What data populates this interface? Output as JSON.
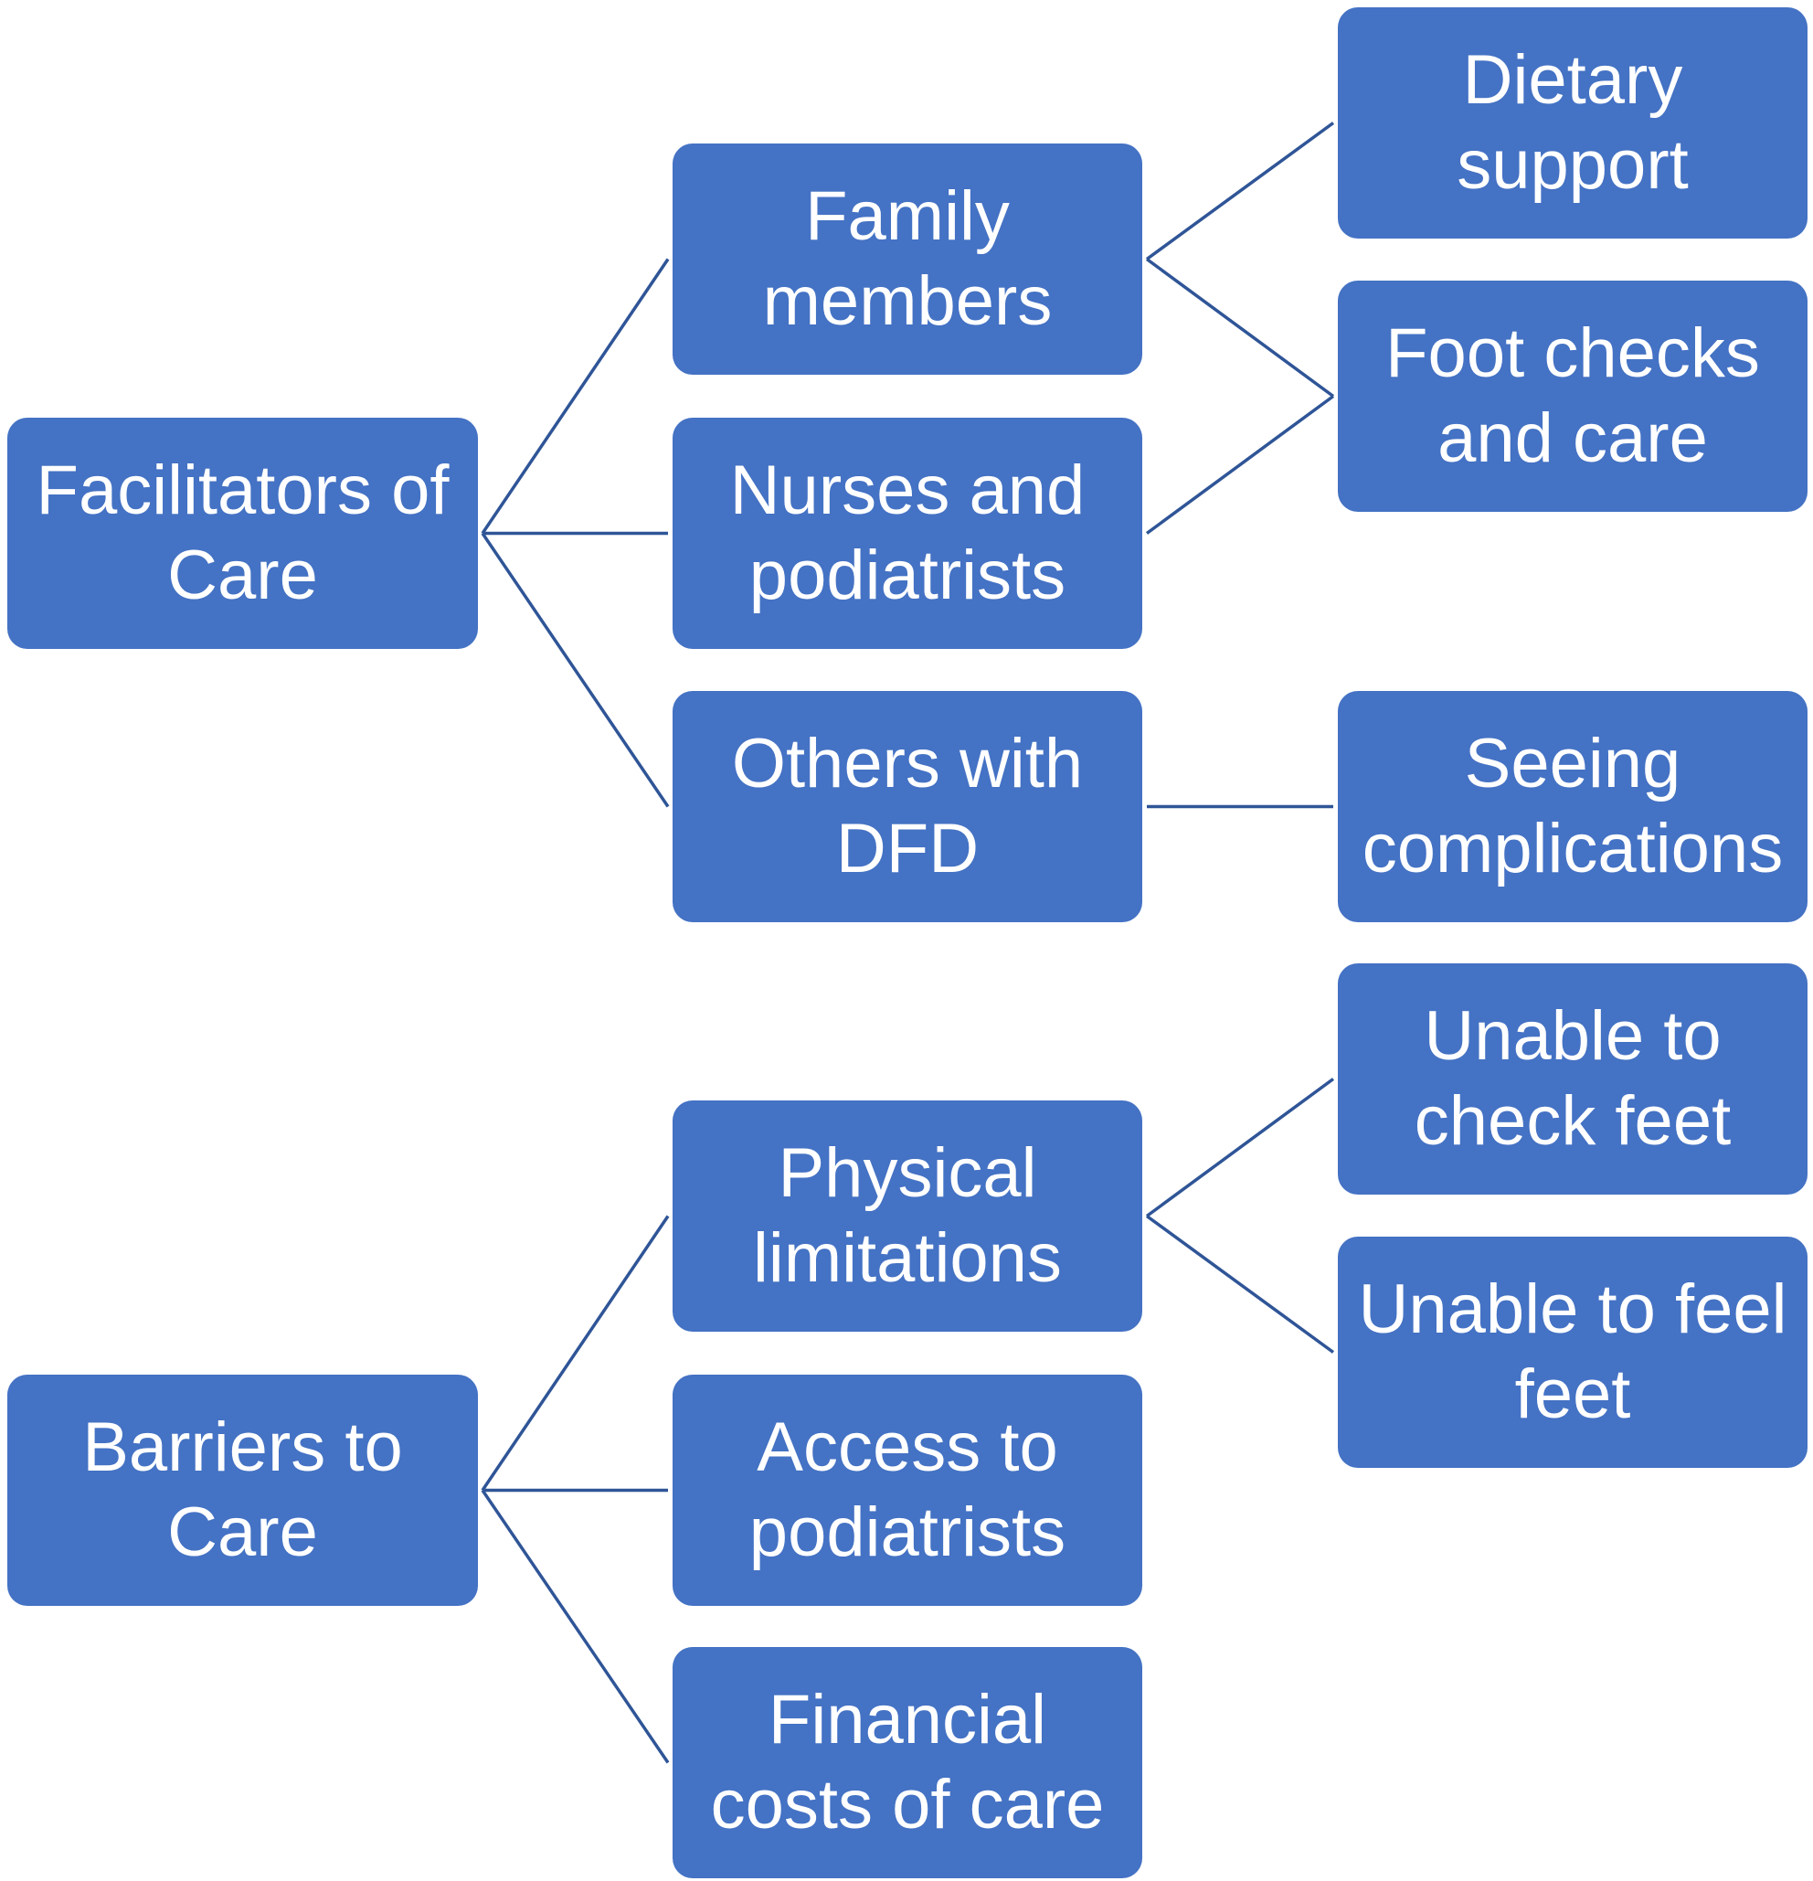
{
  "colors": {
    "node_fill": "#4472C4",
    "node_text": "#FFFFFF",
    "connector": "#2F5597",
    "background": "#FFFFFF"
  },
  "nodes": {
    "facilitators": "Facilitators of\nCare",
    "family": "Family\nmembers",
    "nurses": "Nurses and\npodiatrists",
    "others": "Others with\nDFD",
    "dietary": "Dietary\nsupport",
    "foot_checks": "Foot checks\nand care",
    "seeing": "Seeing\ncomplications",
    "barriers": "Barriers to\nCare",
    "physical": "Physical\nlimitations",
    "access": "Access to\npodiatrists",
    "financial": "Financial\ncosts of care",
    "unable_check": "Unable to\ncheck feet",
    "unable_feel": "Unable to feel\nfeet"
  },
  "edges": [
    [
      "facilitators",
      "family"
    ],
    [
      "facilitators",
      "nurses"
    ],
    [
      "facilitators",
      "others"
    ],
    [
      "family",
      "dietary"
    ],
    [
      "family",
      "foot_checks"
    ],
    [
      "nurses",
      "foot_checks"
    ],
    [
      "others",
      "seeing"
    ],
    [
      "barriers",
      "physical"
    ],
    [
      "barriers",
      "access"
    ],
    [
      "barriers",
      "financial"
    ],
    [
      "physical",
      "unable_check"
    ],
    [
      "physical",
      "unable_feel"
    ]
  ]
}
